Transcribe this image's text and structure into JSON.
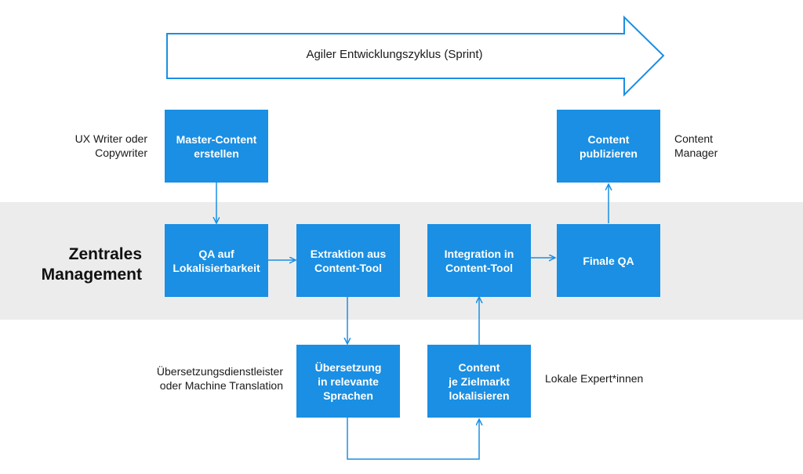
{
  "sprint_arrow": {
    "label": "Agiler Entwicklungszyklus (Sprint)"
  },
  "central_management": {
    "label": "Zentrales\nManagement"
  },
  "steps": {
    "master_content": "Master-Content\nerstellen",
    "qa_localizability": "QA auf\nLokalisierbarkeit",
    "extraction": "Extraktion aus\nContent-Tool",
    "translation": "Übersetzung\nin relevante\nSprachen",
    "localization": "Content\nje Zielmarkt\nlokalisieren",
    "integration": "Integration in\nContent-Tool",
    "final_qa": "Finale QA",
    "publish": "Content\npublizieren"
  },
  "roles": {
    "ux_writer": "UX Writer oder\nCopywriter",
    "translation_provider": "Übersetzungsdienstleister\noder Machine Translation",
    "local_experts": "Lokale Expert*innen",
    "content_manager": "Content\nManager"
  },
  "colors": {
    "box": "#1a8fe3",
    "arrow": "#1a8fe3",
    "band": "#ececec"
  }
}
